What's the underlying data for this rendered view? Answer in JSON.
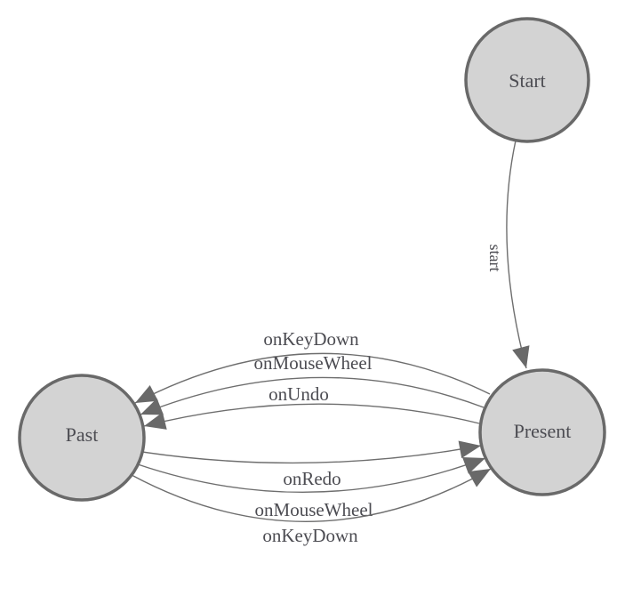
{
  "diagram": {
    "type": "state-machine",
    "colors": {
      "background": "#ffffff",
      "node_fill": "#d3d3d3",
      "node_stroke": "#696969",
      "edge_stroke": "#6e6e6e",
      "arrow_fill": "#696969",
      "label_text": "#4c4c52"
    },
    "nodes": [
      {
        "id": "start",
        "label": "Start"
      },
      {
        "id": "past",
        "label": "Past"
      },
      {
        "id": "present",
        "label": "Present"
      }
    ],
    "edges": [
      {
        "from": "Start",
        "to": "Present",
        "label": "start"
      },
      {
        "from": "Present",
        "to": "Past",
        "label": "onKeyDown"
      },
      {
        "from": "Present",
        "to": "Past",
        "label": "onMouseWheel"
      },
      {
        "from": "Present",
        "to": "Past",
        "label": "onUndo"
      },
      {
        "from": "Past",
        "to": "Present",
        "label": "onRedo"
      },
      {
        "from": "Past",
        "to": "Present",
        "label": "onMouseWheel"
      },
      {
        "from": "Past",
        "to": "Present",
        "label": "onKeyDown"
      }
    ]
  }
}
